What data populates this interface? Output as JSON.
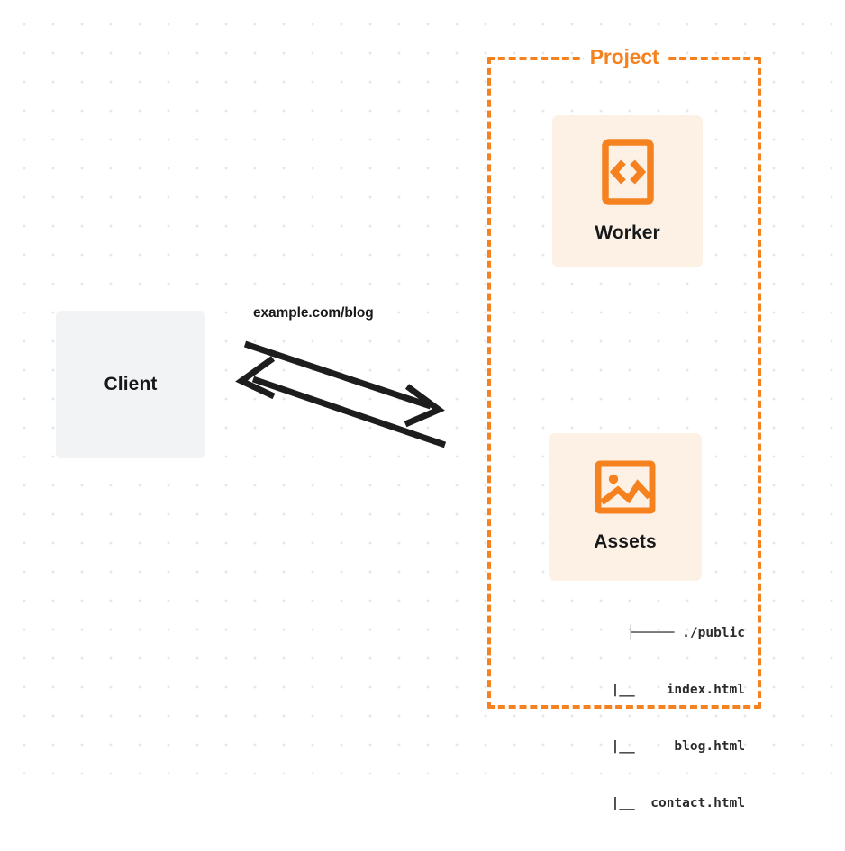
{
  "diagram": {
    "type": "architecture-flow",
    "background": {
      "style": "dot-grid",
      "dot_color": "#e6e6e6",
      "page_color": "#ffffff"
    },
    "colors": {
      "accent_orange": "#f6821f",
      "card_fill": "#fdf1e5",
      "client_fill": "#f2f3f4",
      "text_dark": "#17181a",
      "mono_text": "#2b2b2b"
    },
    "client": {
      "label": "Client",
      "icon": "client-box"
    },
    "connection": {
      "label": "example.com/blog",
      "direction": "bidirectional",
      "outbound_arrow": "arrow-right",
      "inbound_arrow": "arrow-left",
      "stroke_color": "#1d1d1d"
    },
    "project": {
      "title": "Project",
      "border_style": "dashed",
      "nodes": [
        {
          "id": "worker",
          "label": "Worker",
          "icon": "code-brackets-icon"
        },
        {
          "id": "assets",
          "label": "Assets",
          "icon": "image-icon",
          "file_tree": [
            {
              "branch": "├─────",
              "name": "./public"
            },
            {
              "branch": "|__",
              "name": "index.html"
            },
            {
              "branch": "|__",
              "name": "blog.html"
            },
            {
              "branch": "|__",
              "name": "contact.html"
            }
          ]
        }
      ]
    }
  }
}
